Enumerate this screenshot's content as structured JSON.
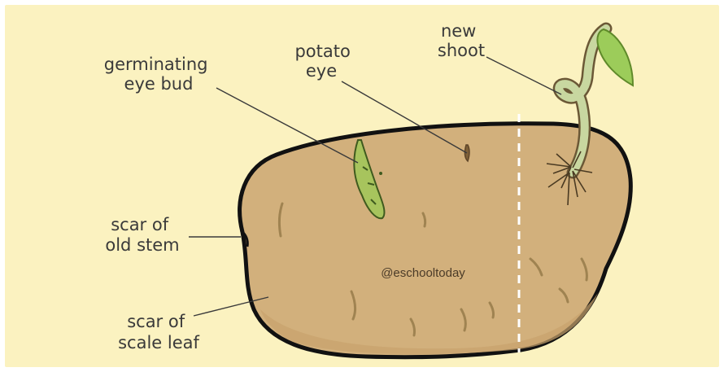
{
  "colors": {
    "background": "#fbf2c0",
    "potato_skin": "#d2b07c",
    "potato_outline": "#111111",
    "shoot_green": "#a8c86a",
    "leaf_green": "#9ccc5a",
    "label_text": "#3a3a3a"
  },
  "labels": {
    "germinating_eye_bud": [
      "germinating",
      "eye bud"
    ],
    "potato_eye": [
      "potato",
      "eye"
    ],
    "new_shoot": [
      "new",
      "shoot"
    ],
    "scar_of_old_stem": [
      "scar of",
      "old stem"
    ],
    "scar_of_scale_leaf": [
      "scar of",
      "scale leaf"
    ]
  },
  "watermark": "@eschooltoday"
}
